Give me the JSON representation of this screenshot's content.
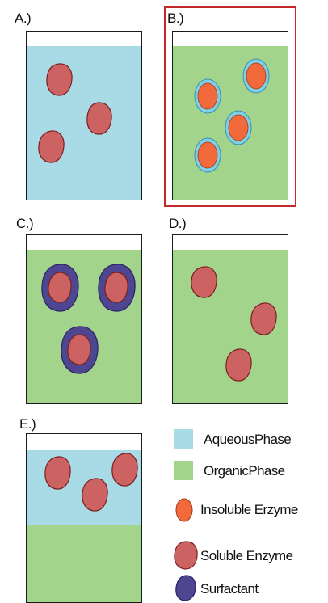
{
  "colors": {
    "aqueous": "#a9dbe7",
    "organic": "#a2d58b",
    "insoluble_enzyme": "#f26a3b",
    "soluble_enzyme": "#cc6262",
    "surfactant": "#4e4690",
    "enzyme_outline": "#7a1f1f",
    "surfactant_outline": "#2b2266",
    "thin_water_shell": "#7fd0e6",
    "selection_border": "#c42a2a"
  },
  "panels": [
    {
      "id": "A",
      "label": "A.)",
      "selected": false
    },
    {
      "id": "B",
      "label": "B.)",
      "selected": true
    },
    {
      "id": "C",
      "label": "C.)",
      "selected": false
    },
    {
      "id": "D",
      "label": "D.)",
      "selected": false
    },
    {
      "id": "E",
      "label": "E.)",
      "selected": false
    }
  ],
  "legend": [
    {
      "key": "aqueous",
      "label": "AqueousPhase",
      "icon": "aqueous-swatch"
    },
    {
      "key": "organic",
      "label": "OrganicPhase",
      "icon": "organic-swatch"
    },
    {
      "key": "insoluble",
      "label": "Insoluble Erzyme",
      "icon": "insoluble-enzyme-icon"
    },
    {
      "key": "soluble",
      "label": "Soluble Enzyme",
      "icon": "soluble-enzyme-icon"
    },
    {
      "key": "surfactant",
      "label": "Surfactant",
      "icon": "surfactant-icon"
    }
  ]
}
